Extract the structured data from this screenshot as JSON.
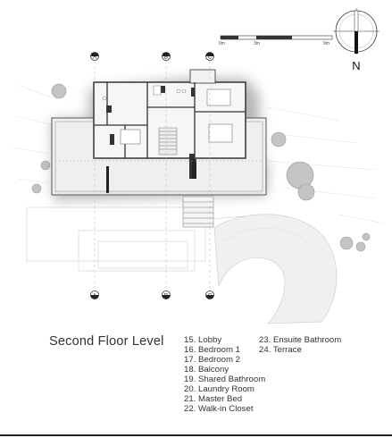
{
  "drawing": {
    "title": "Second Floor Level",
    "north_label": "N",
    "scale_bar": {
      "labels": [
        "0m",
        "3m",
        "9m"
      ]
    },
    "section_markers": [
      "A",
      "B",
      "C"
    ],
    "legend": [
      {
        "label": "15. Lobby"
      },
      {
        "label": "16. Bedroom 1"
      },
      {
        "label": "17. Bedroom 2"
      },
      {
        "label": "18. Balcony"
      },
      {
        "label": "19. Shared Bathroom"
      },
      {
        "label": "20. Laundry Room"
      },
      {
        "label": "21. Master Bed"
      },
      {
        "label": "22. Walk-in Closet"
      },
      {
        "label": "23. Ensuite Bathroom"
      },
      {
        "label": "24. Terrace"
      }
    ]
  }
}
